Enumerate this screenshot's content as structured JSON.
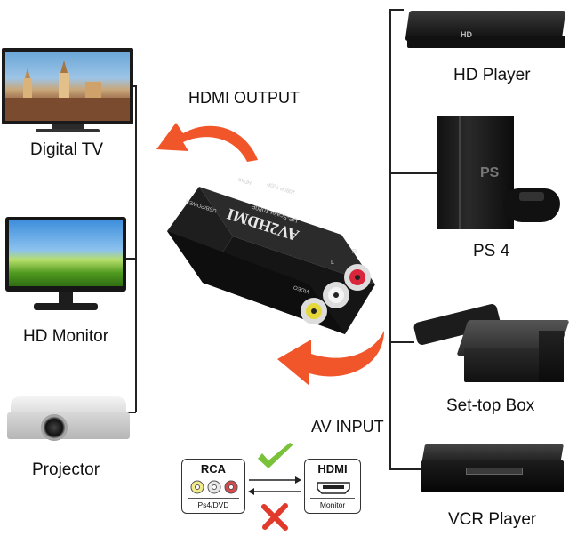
{
  "devices_left": {
    "digital_tv": "Digital TV",
    "hd_monitor": "HD Monitor",
    "projector": "Projector"
  },
  "devices_right": {
    "hd_player": "HD Player",
    "ps4": "PS 4",
    "set_top_box": "Set-top Box",
    "vcr_player": "VCR Player"
  },
  "arrows": {
    "output": "HDMI OUTPUT",
    "input": "AV INPUT"
  },
  "converter": {
    "brand": "AV2HDMI",
    "scaler": "UP-Scaler 1080P",
    "port_hdmi": "HDMI",
    "port_power": "USB/POWER",
    "port_switch": "1080P 720P",
    "port_r": "R",
    "port_l": "L",
    "port_video": "VIDEO"
  },
  "compatibility": {
    "rca_title": "RCA",
    "rca_sub": "Ps4/DVD",
    "hdmi_title": "HDMI",
    "hdmi_sub": "Monitor"
  },
  "device_text": {
    "hd_player_badge": "HD",
    "ps4_logo": "PS"
  },
  "colors": {
    "arrow": "#f0562a",
    "check": "#7ac23a",
    "cross": "#e23a2a",
    "line": "#222222"
  }
}
